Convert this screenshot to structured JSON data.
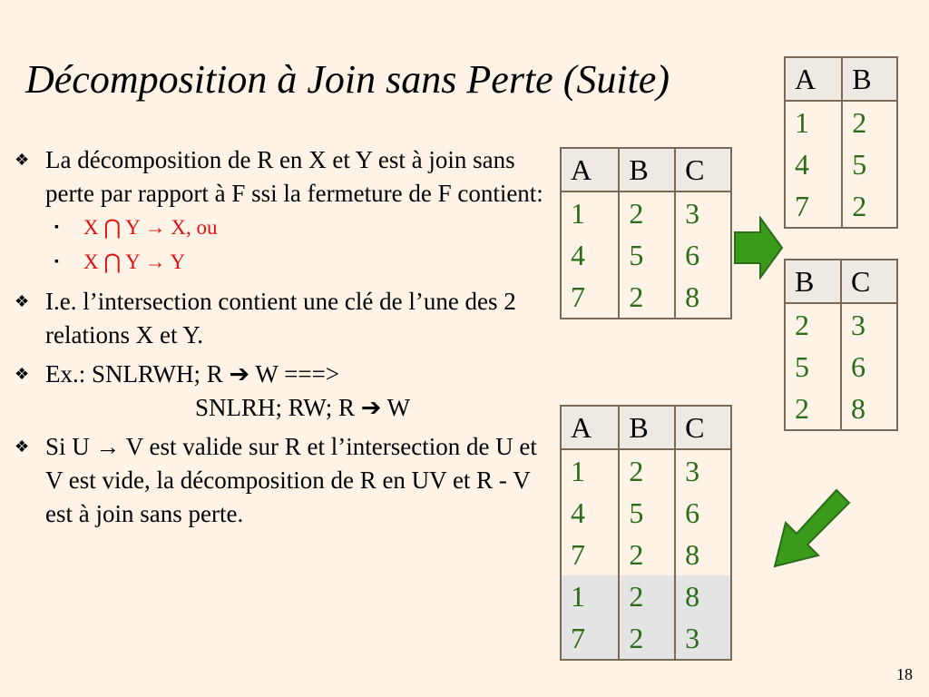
{
  "title": "Décomposition à Join sans Perte (Suite)",
  "bullets": {
    "b1": "La décomposition de R en X et Y est à join sans perte par rapport à F  ssi la fermeture de F contient:",
    "sub1": "X ⋂  Y →  X,   ou",
    "sub2": "X ⋂  Y →  Y",
    "b2": "I.e. l’intersection contient une clé de l’une des 2 relations X et Y.",
    "b3a": "Ex.: SNLRWH; R ➔ W  ===>",
    "b3b": "SNLRH; RW; R ➔ W",
    "b4": "Si U → V  est valide sur R et l’intersection de U et V est vide, la décomposition de R en  UV et R - V est  à join sans perte."
  },
  "tables": {
    "abc": {
      "headers": [
        "A",
        "B",
        "C"
      ],
      "rows": [
        [
          "1",
          "2",
          "3"
        ],
        [
          "4",
          "5",
          "6"
        ],
        [
          "7",
          "2",
          "8"
        ]
      ]
    },
    "ab": {
      "headers": [
        "A",
        "B"
      ],
      "rows": [
        [
          "1",
          "2"
        ],
        [
          "4",
          "5"
        ],
        [
          "7",
          "2"
        ]
      ]
    },
    "bc": {
      "headers": [
        "B",
        "C"
      ],
      "rows": [
        [
          "2",
          "3"
        ],
        [
          "5",
          "6"
        ],
        [
          "2",
          "8"
        ]
      ]
    },
    "join": {
      "headers": [
        "A",
        "B",
        "C"
      ],
      "rows": [
        [
          "1",
          "2",
          "3"
        ],
        [
          "4",
          "5",
          "6"
        ],
        [
          "7",
          "2",
          "8"
        ],
        [
          "1",
          "2",
          "8"
        ],
        [
          "7",
          "2",
          "3"
        ]
      ]
    }
  },
  "page_number": "18",
  "colors": {
    "background": "#fdf3e6",
    "arrow": "#3a9a1a",
    "highlight_text": "#d11"
  }
}
